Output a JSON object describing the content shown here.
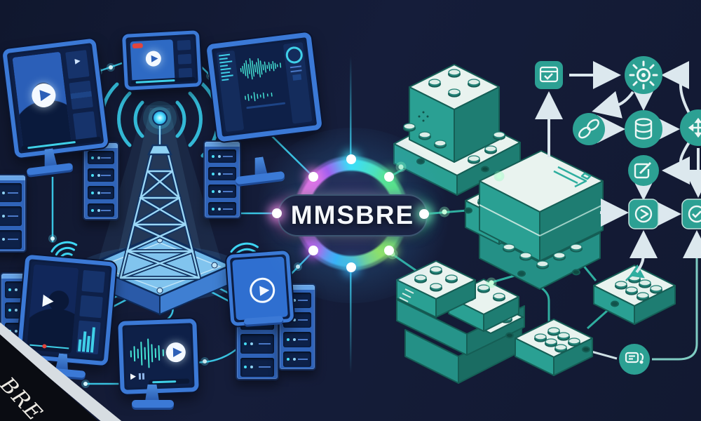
{
  "hub": {
    "label": "MMSBRE"
  },
  "corner_ribbon": {
    "label": "BRE"
  },
  "palette": {
    "background": "#141b36",
    "left_accent_cyan": "#3ed6f4",
    "device_blue": "#3b79d6",
    "screen_navy": "#0c1d42",
    "teal": "#2ca093",
    "block_top": "#e9f3ef",
    "arrow_white": "#dce8ee",
    "glow_green": "#a7f7c6",
    "rec_red": "#e2453c",
    "ring_colors": [
      "#3fdef6",
      "#5ae38c",
      "#35c9a8",
      "#8ee06a",
      "#38b4f8",
      "#c85ce8",
      "#f07ce0",
      "#a060f0"
    ]
  },
  "left_scene": {
    "icons": [
      "video-monitor",
      "video-player",
      "play-button",
      "rec-badge",
      "audio-waveform",
      "wifi-signal",
      "broadcast-tower",
      "antenna-orb",
      "signal-platform",
      "server-rack",
      "tablet-player",
      "tv-player"
    ]
  },
  "right_scene": {
    "icons": [
      "module-block",
      "block-stud",
      "browser-check",
      "gear",
      "link-chain",
      "database",
      "move-arrows",
      "edit-pencil",
      "play-badge",
      "check-approve",
      "message-config",
      "flow-arrow",
      "glow-node"
    ]
  }
}
